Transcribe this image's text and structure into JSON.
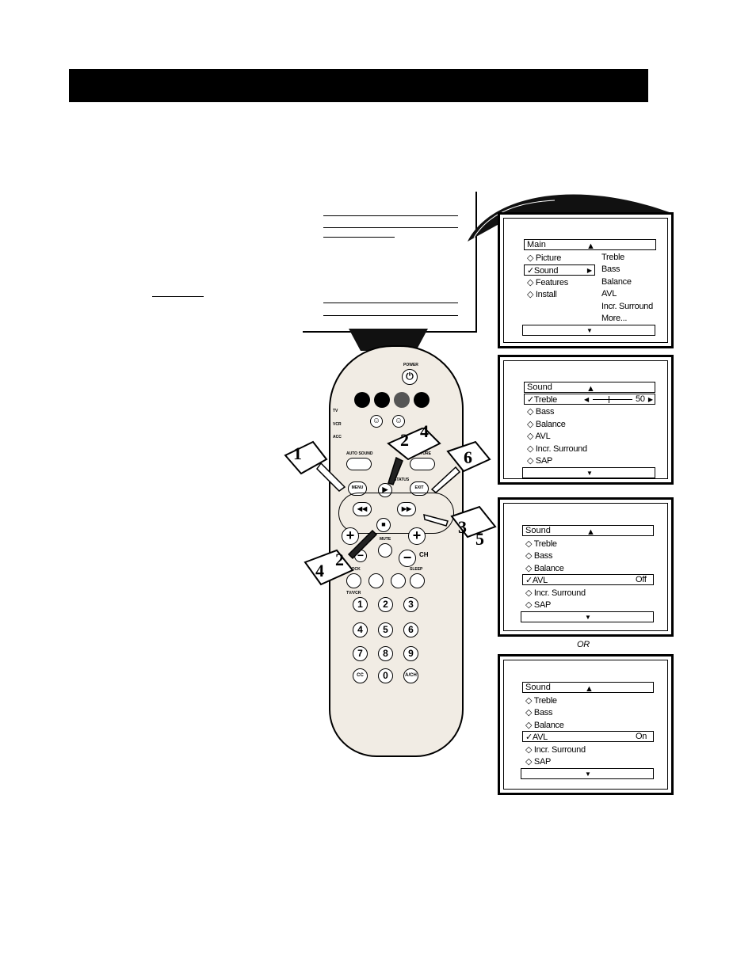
{
  "or_label": "OR",
  "screens": [
    {
      "title": "Main",
      "left_items": [
        {
          "text": "Picture",
          "marker": "diamond"
        },
        {
          "text": "Sound",
          "marker": "check",
          "selected": true
        },
        {
          "text": "Features",
          "marker": "diamond"
        },
        {
          "text": "Install",
          "marker": "diamond"
        }
      ],
      "right_items": [
        "Treble",
        "Bass",
        "Balance",
        "AVL",
        "Incr. Surround",
        "More..."
      ]
    },
    {
      "title": "Sound",
      "items": [
        {
          "text": "Treble",
          "marker": "check",
          "selected": true,
          "value": "50"
        },
        {
          "text": "Bass",
          "marker": "diamond"
        },
        {
          "text": "Balance",
          "marker": "diamond"
        },
        {
          "text": "AVL",
          "marker": "diamond"
        },
        {
          "text": "Incr. Surround",
          "marker": "diamond"
        },
        {
          "text": "SAP",
          "marker": "diamond"
        }
      ]
    },
    {
      "title": "Sound",
      "items": [
        {
          "text": "Treble",
          "marker": "diamond"
        },
        {
          "text": "Bass",
          "marker": "diamond"
        },
        {
          "text": "Balance",
          "marker": "diamond"
        },
        {
          "text": "AVL",
          "marker": "check",
          "selected": true,
          "value": "Off"
        },
        {
          "text": "Incr. Surround",
          "marker": "diamond"
        },
        {
          "text": "SAP",
          "marker": "diamond"
        }
      ]
    },
    {
      "title": "Sound",
      "items": [
        {
          "text": "Treble",
          "marker": "diamond"
        },
        {
          "text": "Bass",
          "marker": "diamond"
        },
        {
          "text": "Balance",
          "marker": "diamond"
        },
        {
          "text": "AVL",
          "marker": "check",
          "selected": true,
          "value": "On"
        },
        {
          "text": "Incr. Surround",
          "marker": "diamond"
        },
        {
          "text": "SAP",
          "marker": "diamond"
        }
      ]
    }
  ],
  "remote": {
    "power_label": "POWER",
    "mode_labels": [
      "TV",
      "VCR",
      "ACC"
    ],
    "auto_sound": "AUTO SOUND",
    "auto_picture": "PICTURE",
    "menu": "MENU",
    "status": "STATUS",
    "exit": "EXIT",
    "mute": "MUTE",
    "ch": "CH",
    "clock": "CLOCK",
    "sleep": "SLEEP",
    "tv_vcr": "TV/VCR",
    "numbers": [
      "1",
      "2",
      "3",
      "4",
      "5",
      "6",
      "7",
      "8",
      "9",
      "CC",
      "0",
      "A/CH"
    ]
  },
  "steps": [
    "1",
    "2",
    "4",
    "6",
    "3",
    "5",
    "2",
    "4"
  ]
}
